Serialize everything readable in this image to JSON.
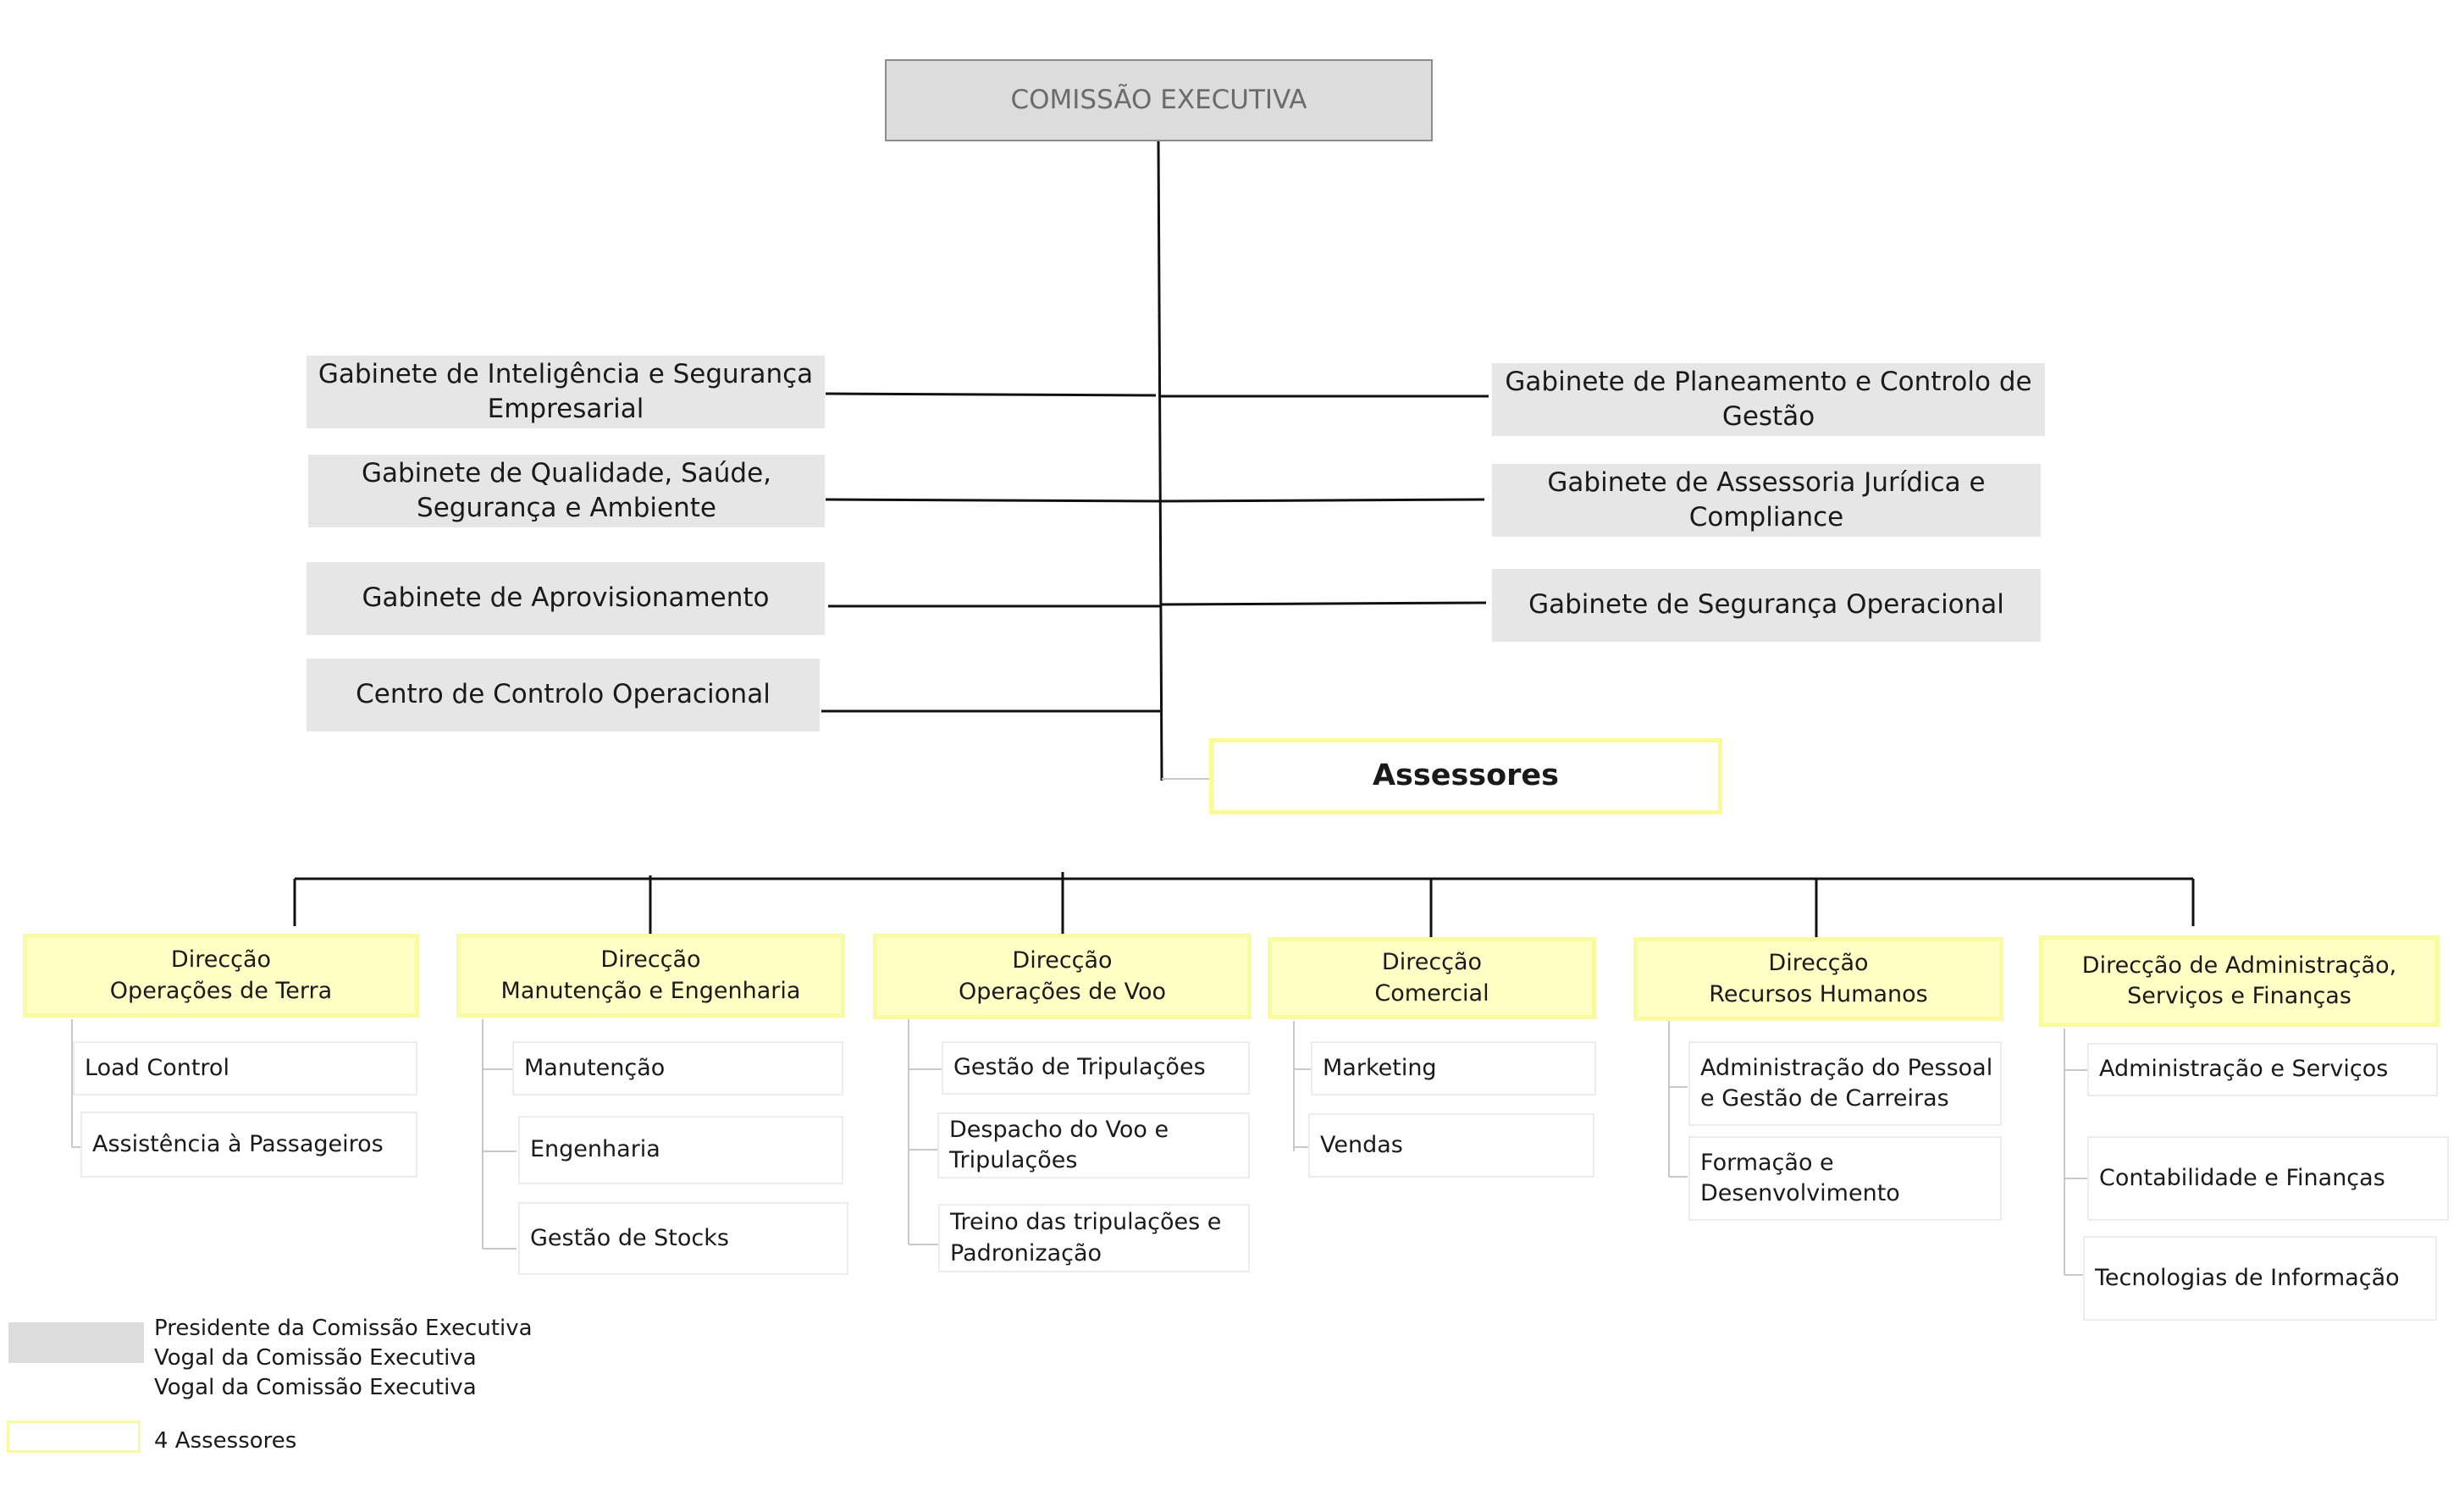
{
  "root": {
    "label": "COMISSÃO EXECUTIVA"
  },
  "gabinetes_left": [
    {
      "line1": "Gabinete de Inteligência e Segurança",
      "line2": "Empresarial"
    },
    {
      "line1": "Gabinete de Qualidade, Saúde,",
      "line2": "Segurança e Ambiente"
    },
    {
      "line1": "Gabinete de Aprovisionamento",
      "line2": ""
    },
    {
      "line1": "Centro de Controlo Operacional",
      "line2": ""
    }
  ],
  "gabinetes_right": [
    {
      "line1": "Gabinete de Planeamento e Controlo de",
      "line2": "Gestão"
    },
    {
      "line1": "Gabinete de Assessoria Jurídica e",
      "line2": "Compliance"
    },
    {
      "line1": "Gabinete de Segurança Operacional",
      "line2": ""
    }
  ],
  "assessores": {
    "label": "Assessores"
  },
  "direccoes": [
    {
      "line1": "Direcção",
      "line2": "Operações de Terra",
      "units": [
        {
          "line1": "Load Control",
          "line2": ""
        },
        {
          "line1": "Assistência à Passageiros",
          "line2": ""
        }
      ]
    },
    {
      "line1": "Direcção",
      "line2": "Manutenção e Engenharia",
      "units": [
        {
          "line1": "Manutenção",
          "line2": ""
        },
        {
          "line1": "Engenharia",
          "line2": ""
        },
        {
          "line1": "Gestão de Stocks",
          "line2": ""
        }
      ]
    },
    {
      "line1": "Direcção",
      "line2": "Operações de Voo",
      "units": [
        {
          "line1": "Gestão de Tripulações",
          "line2": ""
        },
        {
          "line1": "Despacho do Voo e",
          "line2": "Tripulações"
        },
        {
          "line1": "Treino das tripulações e",
          "line2": "Padronização"
        }
      ]
    },
    {
      "line1": "Direcção",
      "line2": "Comercial",
      "units": [
        {
          "line1": "Marketing",
          "line2": ""
        },
        {
          "line1": "Vendas",
          "line2": ""
        }
      ]
    },
    {
      "line1": "Direcção",
      "line2": "Recursos Humanos",
      "units": [
        {
          "line1": "Administração do Pessoal",
          "line2": "e Gestão de Carreiras"
        },
        {
          "line1": "Formação  e",
          "line2": "Desenvolvimento"
        }
      ]
    },
    {
      "line1": "Direcção de Administração,",
      "line2": "Serviços e Finanças",
      "units": [
        {
          "line1": "Administração e Serviços",
          "line2": ""
        },
        {
          "line1": "Contabilidade e Finanças",
          "line2": ""
        },
        {
          "line1": "Tecnologias de Informação",
          "line2": ""
        }
      ]
    }
  ],
  "legend": {
    "gray_lines": [
      "Presidente da Comissão Executiva",
      "Vogal da Comissão Executiva",
      "Vogal da Comissão Executiva"
    ],
    "yellow_label": "4 Assessores"
  },
  "colors": {
    "gray_fill": "#e6e6e6",
    "root_fill": "#dcdcdc",
    "yellow_fill": "#ffffc6",
    "yellow_border": "#fafaa0",
    "line": "#111111"
  }
}
